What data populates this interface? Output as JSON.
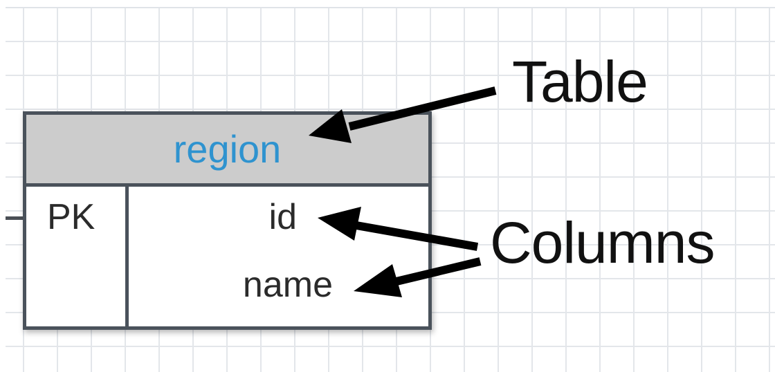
{
  "diagram": {
    "table": {
      "name": "region",
      "key_label": "PK",
      "columns": [
        "id",
        "name"
      ]
    },
    "annotations": {
      "table": "Table",
      "columns": "Columns"
    },
    "colors": {
      "table_name": "#2f93cf",
      "header_bg": "#cccccc",
      "border": "#4a525b",
      "grid": "#e3e6ea",
      "arrow": "#000000"
    }
  }
}
